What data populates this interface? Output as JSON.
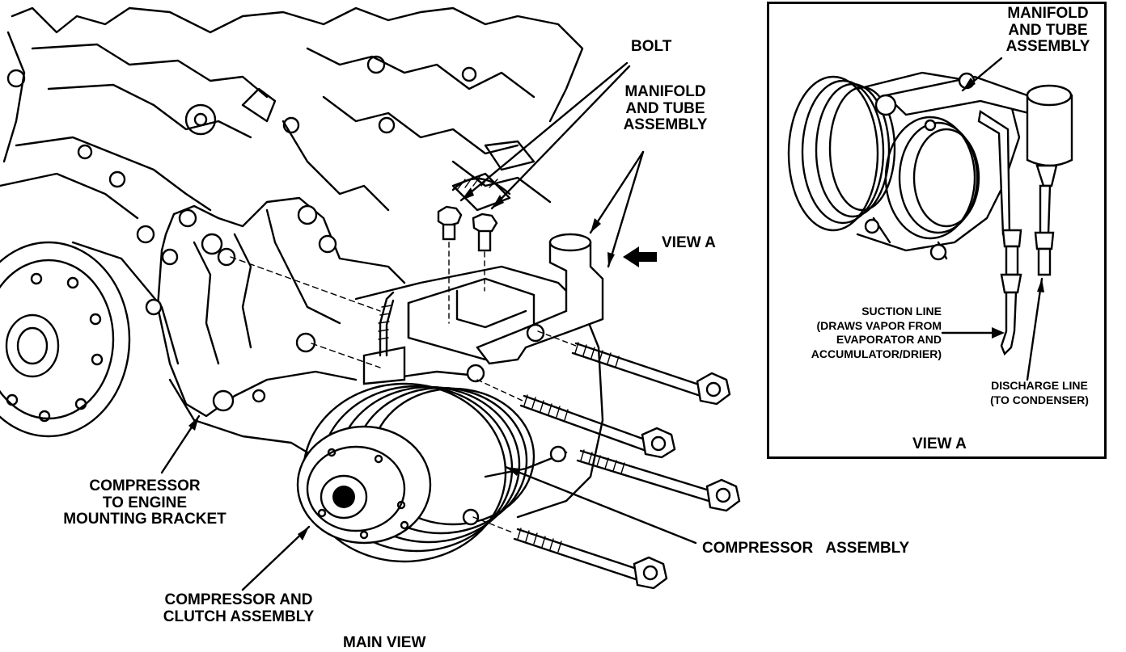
{
  "labels": {
    "bolt": "BOLT",
    "manifold_main": [
      "MANIFOLD",
      "AND TUBE",
      "ASSEMBLY"
    ],
    "view_a_arrow": "VIEW A",
    "compressor_bracket": [
      "COMPRESSOR",
      "TO ENGINE",
      "MOUNTING BRACKET"
    ],
    "compressor_assembly": "COMPRESSOR   ASSEMBLY",
    "compressor_clutch": [
      "COMPRESSOR AND",
      "CLUTCH ASSEMBLY"
    ],
    "main_view": "MAIN VIEW"
  },
  "inset": {
    "manifold": [
      "MANIFOLD",
      "AND TUBE",
      "ASSEMBLY"
    ],
    "suction_line": [
      "SUCTION LINE",
      "(DRAWS VAPOR FROM",
      "EVAPORATOR AND",
      "ACCUMULATOR/DRIER)"
    ],
    "discharge_line": [
      "DISCHARGE LINE",
      "(TO CONDENSER)"
    ],
    "caption": "VIEW A"
  }
}
